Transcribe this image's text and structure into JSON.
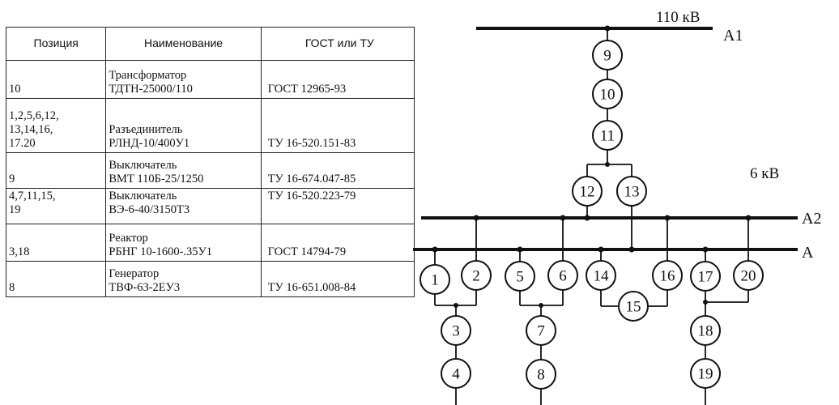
{
  "table": {
    "headers": [
      "Позиция",
      "Наименование",
      "ГОСТ или ТУ"
    ],
    "rows": [
      {
        "position": "10",
        "name_line1": "Трансформатор",
        "name_line2": "ТДТН-25000/110",
        "standard": "ГОСТ 12965-93"
      },
      {
        "position_lines": [
          "1,2,5,6,12,",
          "13,14,16,",
          "17.20"
        ],
        "name_line1": "Разъединитель",
        "name_line2": "РЛНД-10/400У1",
        "standard": "ТУ 16-520.151-83"
      },
      {
        "position": "9",
        "name_line1": "Выключатель",
        "name_line2": "ВМТ 110Б-25/1250",
        "standard": "ТУ 16-674.047-85"
      },
      {
        "position_lines": [
          "4,7,11,15,",
          "19"
        ],
        "name_line1": "Выключатель",
        "name_line2": "ВЭ-6-40/3150Т3",
        "standard": "ТУ 16-520.223-79"
      },
      {
        "position": "3,18",
        "name_line1": "Реактор",
        "name_line2": "РБНГ 10-1600-.35У1",
        "standard": "ГОСТ 14794-79"
      },
      {
        "position": "8",
        "name_line1": "Генератор",
        "name_line2": "ТВФ-63-2ЕУ3",
        "standard": "ТУ 16-651.008-84"
      }
    ]
  },
  "scheme": {
    "voltage_hv": "110 кВ",
    "voltage_lv": "6 кВ",
    "bus_a1": "А1",
    "bus_a2": "А2",
    "bus_a": "А",
    "elements": [
      "9",
      "10",
      "11",
      "12",
      "13",
      "1",
      "2",
      "5",
      "6",
      "14",
      "16",
      "17",
      "20",
      "15",
      "3",
      "7",
      "18",
      "4",
      "8",
      "19"
    ]
  }
}
